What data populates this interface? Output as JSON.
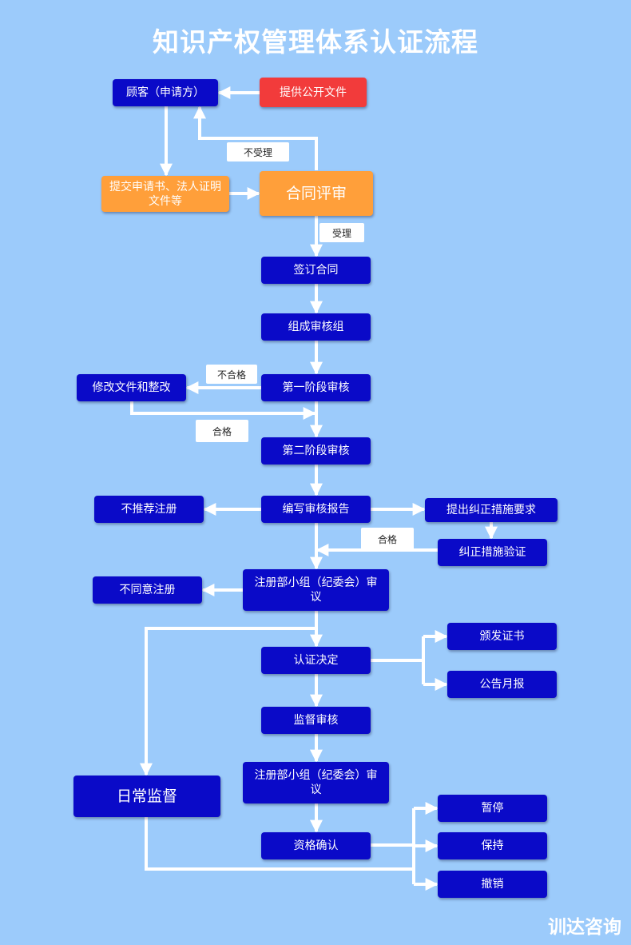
{
  "title": "知识产权管理体系认证流程",
  "brand": "训达咨询",
  "nodes": {
    "customer": "顾客（申请方）",
    "public_docs": "提供公开文件",
    "submit_app": "提交申请书、法人证明文件等",
    "contract_review": "合同评审",
    "sign_contract": "签订合同",
    "form_team": "组成审核组",
    "stage1": "第一阶段审核",
    "revise_docs": "修改文件和整改",
    "stage2": "第二阶段审核",
    "write_report": "编写审核报告",
    "not_recommend": "不推荐注册",
    "corrective_req": "提出纠正措施要求",
    "corrective_verify": "纠正措施验证",
    "committee1": "注册部小组（纪委会）审议",
    "disagree": "不同意注册",
    "decision": "认证决定",
    "issue_cert": "颁发证书",
    "announce": "公告月报",
    "surveillance": "监督审核",
    "daily": "日常监督",
    "committee2": "注册部小组（纪委会）审议",
    "qualify": "资格确认",
    "suspend": "暂停",
    "maintain": "保持",
    "revoke": "撤销"
  },
  "labels": {
    "not_accepted": "不受理",
    "accepted": "受理",
    "unqualified": "不合格",
    "qualified_1": "合格",
    "qualified_2": "合格"
  },
  "colors": {
    "background": "#9ccbfb",
    "node": "#0a0ac8",
    "node_red": "#f23b3b",
    "node_orange": "#ff9f3a",
    "connector": "#ffffff"
  }
}
